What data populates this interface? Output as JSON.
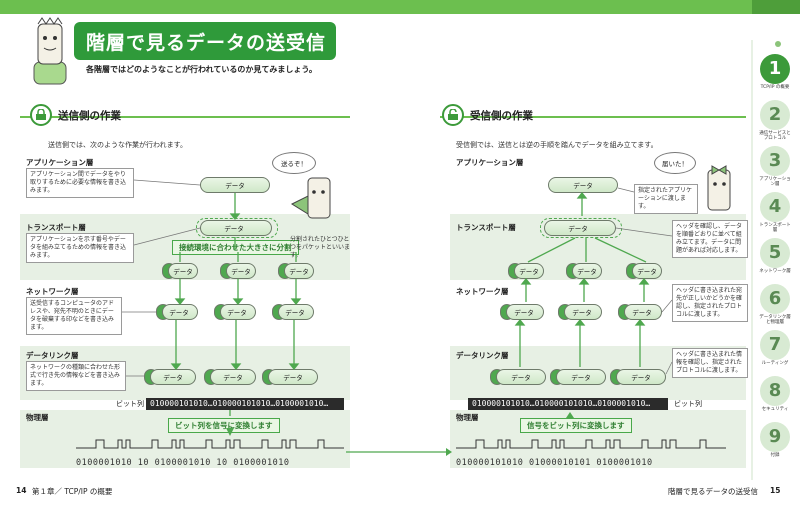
{
  "header": {
    "title": "階層で見るデータの送受信",
    "subtitle": "各階層ではどのようなことが行われているのか見てみましょう。"
  },
  "sender": {
    "title": "送信側の作業",
    "intro": "送信側では、次のような作業が行われます。",
    "layers": {
      "app": "アプリケーション層",
      "transport": "トランスポート層",
      "network": "ネットワーク層",
      "datalink": "データリンク層",
      "physical": "物理層"
    },
    "notes": {
      "app": "アプリケーション間でデータをやり取りするために必要な情報を書き込みます。",
      "transport": "アプリケーションを示す番号やデータを組み立てるための情報を書き込みます。",
      "network": "送受信するコンピュータのアドレスや、宛先不明のときにデータを破棄する印などを書き込みます。",
      "datalink": "ネットワークの種類に合わせた形式で行き先の情報などを書き込みます。",
      "packet": "分割されたひとつひとつをパケットといいます。"
    },
    "split_tag": "接続環境に合わせた大きさに分割",
    "convert_tag": "ビット列を信号に変換します",
    "speech": "送るぞ！",
    "bit_label": "ビット列",
    "bits": "010000101010…010000101010…0100001010…",
    "binary": "0100001010 10 0100001010 10 0100001010"
  },
  "receiver": {
    "title": "受信側の作業",
    "intro": "受信側では、送信とは逆の手順を踏んでデータを組み立てます。",
    "layers": {
      "app": "アプリケーション層",
      "transport": "トランスポート層",
      "network": "ネットワーク層",
      "datalink": "データリンク層",
      "physical": "物理層"
    },
    "notes": {
      "app": "指定されたアプリケーションに渡します。",
      "transport": "ヘッダを確認し、データを順番どおりに並べて組み立てます。データに問題があれば対応します。",
      "network": "ヘッダに書き込まれた宛先が正しいかどうかを確認し、指定されたプロトコルに渡します。",
      "datalink": "ヘッダに書き込まれた情報を確認し、指定されたプロトコルに渡します。"
    },
    "convert_tag": "信号をビット列に変換します",
    "speech": "届いた！",
    "bit_label": "ビット列",
    "bits": "010000101010…010000101010…0100001010…",
    "binary": "010000101010 01000010101 0100001010"
  },
  "cylinder_label": "データ",
  "sidebar": [
    {
      "num": "1",
      "caption": "TCP/IP の概要"
    },
    {
      "num": "2",
      "caption": "通信サービスとプロトコル"
    },
    {
      "num": "3",
      "caption": "アプリケーション層"
    },
    {
      "num": "4",
      "caption": "トランスポート層"
    },
    {
      "num": "5",
      "caption": "ネットワーク層"
    },
    {
      "num": "6",
      "caption": "データリンク層と物理層"
    },
    {
      "num": "7",
      "caption": "ルーティング"
    },
    {
      "num": "8",
      "caption": "セキュリティ"
    },
    {
      "num": "9",
      "caption": "付録"
    }
  ],
  "footer": {
    "left_page": "14",
    "left_text": "第１章／ TCP/IP の概要",
    "right_text": "階層で見るデータの送受信",
    "right_page": "15"
  },
  "colors": {
    "accent": "#3c9a3a",
    "band": "#e7f0e4",
    "bitbar": "#2b2b2b"
  }
}
